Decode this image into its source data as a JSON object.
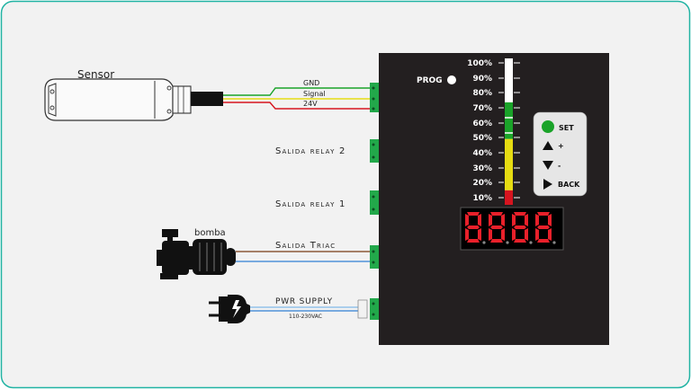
{
  "sensor": {
    "label": "Sensor"
  },
  "wires": {
    "gnd": "GND",
    "signal": "Signal",
    "v24": "24V"
  },
  "outputs": {
    "relay2": "Salida relay 2",
    "relay1": "Salida relay 1",
    "triac": "Salida Triac",
    "pwr": "PWR SUPPLY",
    "voltage": "110-230VAC"
  },
  "pump": {
    "label": "bomba"
  },
  "panel": {
    "prog": "PROG",
    "level_percent": 70,
    "scale": [
      "100%",
      "90%",
      "80%",
      "70%",
      "60%",
      "50%",
      "40%",
      "30%",
      "20%",
      "10%"
    ],
    "buttons": {
      "set": "SET",
      "up": "+",
      "down": "-",
      "back": "BACK"
    },
    "display": "8888"
  },
  "colors": {
    "panel_bg": "#231f20",
    "accent_teal": "#20b3a3",
    "led_red": "#e8202a",
    "bar_green": "#1aa329",
    "bar_yellow": "#e6dc12",
    "bar_red": "#d6141f",
    "terminal_green": "#22a84a"
  }
}
